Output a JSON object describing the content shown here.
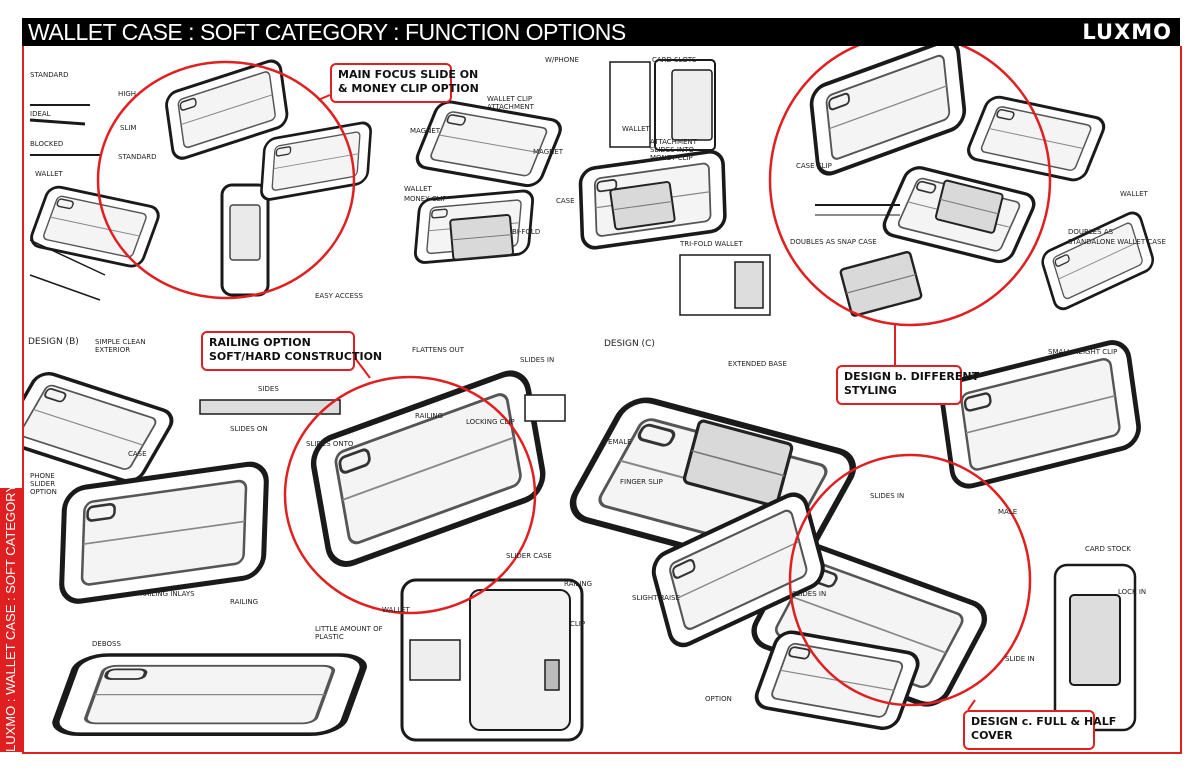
{
  "header": {
    "title": "WALLET CASE : SOFT CATEGORY : FUNCTION OPTIONS",
    "logo": "LUXMO"
  },
  "side_tab": {
    "text": "LUXMO : WALLET CASE : SOFT CATEGORY"
  },
  "callouts": [
    {
      "line1": "MAIN FOCUS SLIDE ON",
      "line2": "& MONEY CLIP OPTION"
    },
    {
      "line1": "RAILING OPTION",
      "line2": "SOFT/HARD CONSTRUCTION"
    },
    {
      "line1": "DESIGN b. DIFFERENT",
      "line2": "STYLING"
    },
    {
      "line1": "DESIGN c. FULL & HALF",
      "line2": "COVER"
    }
  ],
  "sketch_notes": [
    "STANDARD",
    "HIGH",
    "IDEAL",
    "SLIM",
    "BLOCKED",
    "STANDARD",
    "WALLET",
    "W/PHONE",
    "CARD SLOTS",
    "WALLET CLIP ATTACHMENT",
    "MAGNET",
    "MAGNET",
    "WALLET",
    "ATTACHMENT SLIDES INTO MONEY CLIP",
    "WALLET",
    "MONEY CLIP",
    "CASE",
    "BI-FOLD",
    "TRI-FOLD WALLET",
    "DESIGN (B)",
    "SIMPLE CLEAN EXTERIOR",
    "SIDES",
    "SLIDES ON",
    "CASE",
    "PHONE SLIDER OPTION",
    "RAILING INLAYS",
    "FLATTENS OUT",
    "SLIDES IN",
    "RAILING",
    "LOCKING CLIP",
    "SLIDES ONTO",
    "SLIDER CASE",
    "RAILING",
    "DEBOSS",
    "RAILING",
    "LITTLE AMOUNT OF PLASTIC",
    "WALLET",
    "CLIP",
    "DESIGN (C)",
    "EXTENDED BASE",
    "FEMALE",
    "FINGER SLIP",
    "SMALL HEIGHT CLIP",
    "SLIDES IN",
    "MALE",
    "SLIGHT RAISE",
    "SLIDES IN",
    "OPTION",
    "CARD STOCK",
    "LOCK IN",
    "SLIDE IN",
    "CASE CLIP",
    "DOUBLES AS SNAP CASE",
    "DOUBLES AS",
    "STANDALONE WALLET CASE",
    "WALLET",
    "EASY ACCESS"
  ],
  "colors": {
    "accent": "#e02020",
    "header_bg": "#000000",
    "ink": "#1a1a1a",
    "shade": "#9a9a9a"
  }
}
